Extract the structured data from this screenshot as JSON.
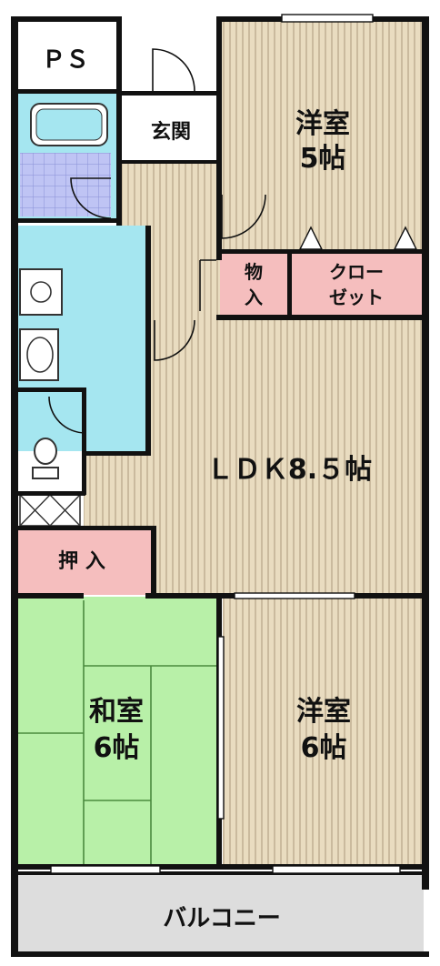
{
  "colors": {
    "wall": "#111111",
    "wood_floor": "#e9dcc0",
    "wood_stripe": "#b9a98c",
    "tatami": "#b8f0a8",
    "tatami_line": "#4a8a3e",
    "wet_area": "#a5e6f0",
    "bath_tile": "#bfc4f4",
    "storage": "#f5bebe",
    "balcony": "#dddddd",
    "fixture": "#ffffff"
  },
  "rooms": {
    "ps": "ＰＳ",
    "genkan": "玄関",
    "yoshitsu_north": {
      "line1": "洋室",
      "line2": "5帖"
    },
    "mono_ire": {
      "line1": "物",
      "line2": "入"
    },
    "closet": {
      "line1": "クロー",
      "line2": "ゼット"
    },
    "ldk": "ＬＤＫ8.５帖",
    "oshiire": "押 入",
    "washitsu": {
      "line1": "和室",
      "line2": "6帖"
    },
    "yoshitsu_south": {
      "line1": "洋室",
      "line2": "6帖"
    },
    "balcony": "バルコニー"
  }
}
